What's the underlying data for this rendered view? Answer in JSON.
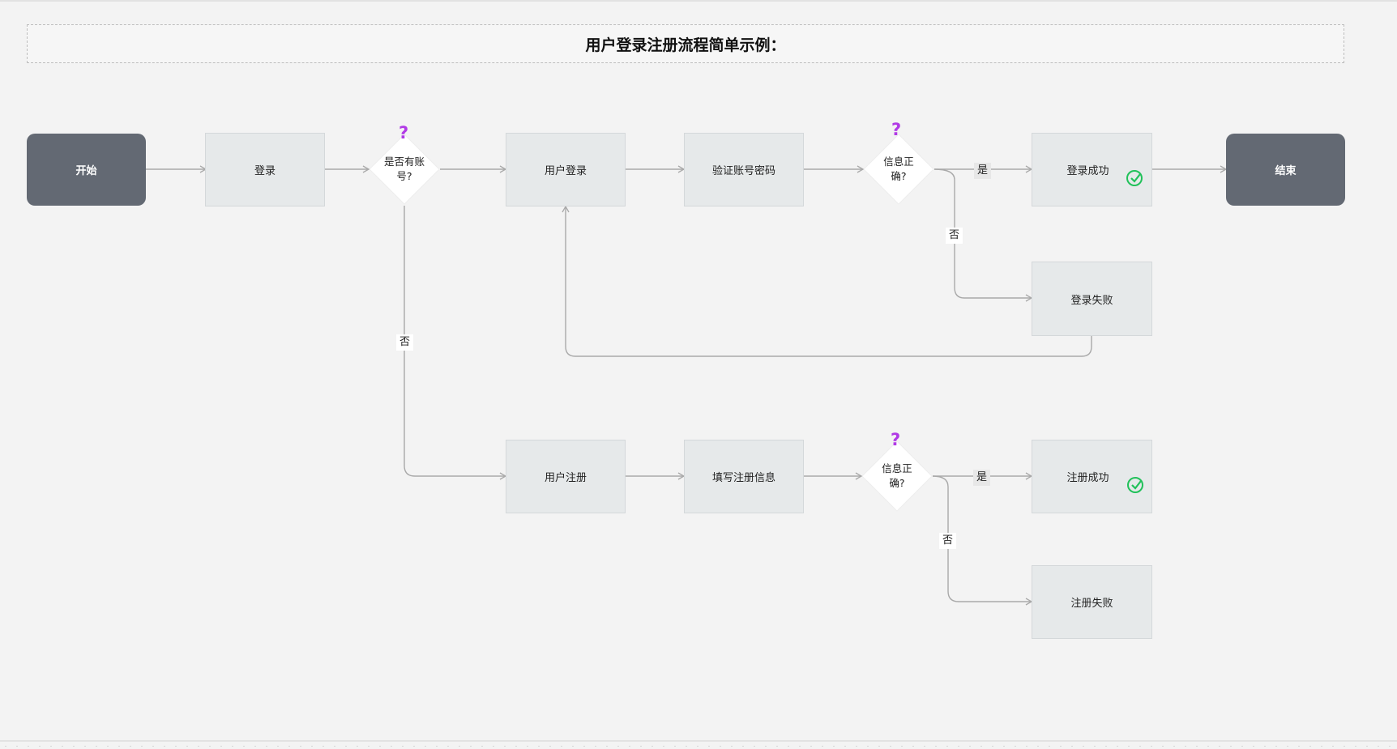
{
  "title": "用户登录注册流程简单示例：",
  "nodes": {
    "start": "开始",
    "login": "登录",
    "has_account": "是否有账号?",
    "user_login": "用户登录",
    "verify": "验证账号密码",
    "login_check": "信息正确?",
    "login_success": "登录成功",
    "end": "结束",
    "login_fail": "登录失败",
    "user_register": "用户注册",
    "fill_register": "填写注册信息",
    "register_check": "信息正确?",
    "register_success": "注册成功",
    "register_fail": "注册失败"
  },
  "edge_labels": {
    "yes": "是",
    "no": "否"
  },
  "decision_mark": "?",
  "colors": {
    "terminal": "#636973",
    "process": "#e6e9ea",
    "decision_mark": "#b13ae6",
    "success_check": "#21c15a",
    "connector": "#a9a9a9"
  },
  "icons": {
    "success": "check-circle-icon"
  }
}
